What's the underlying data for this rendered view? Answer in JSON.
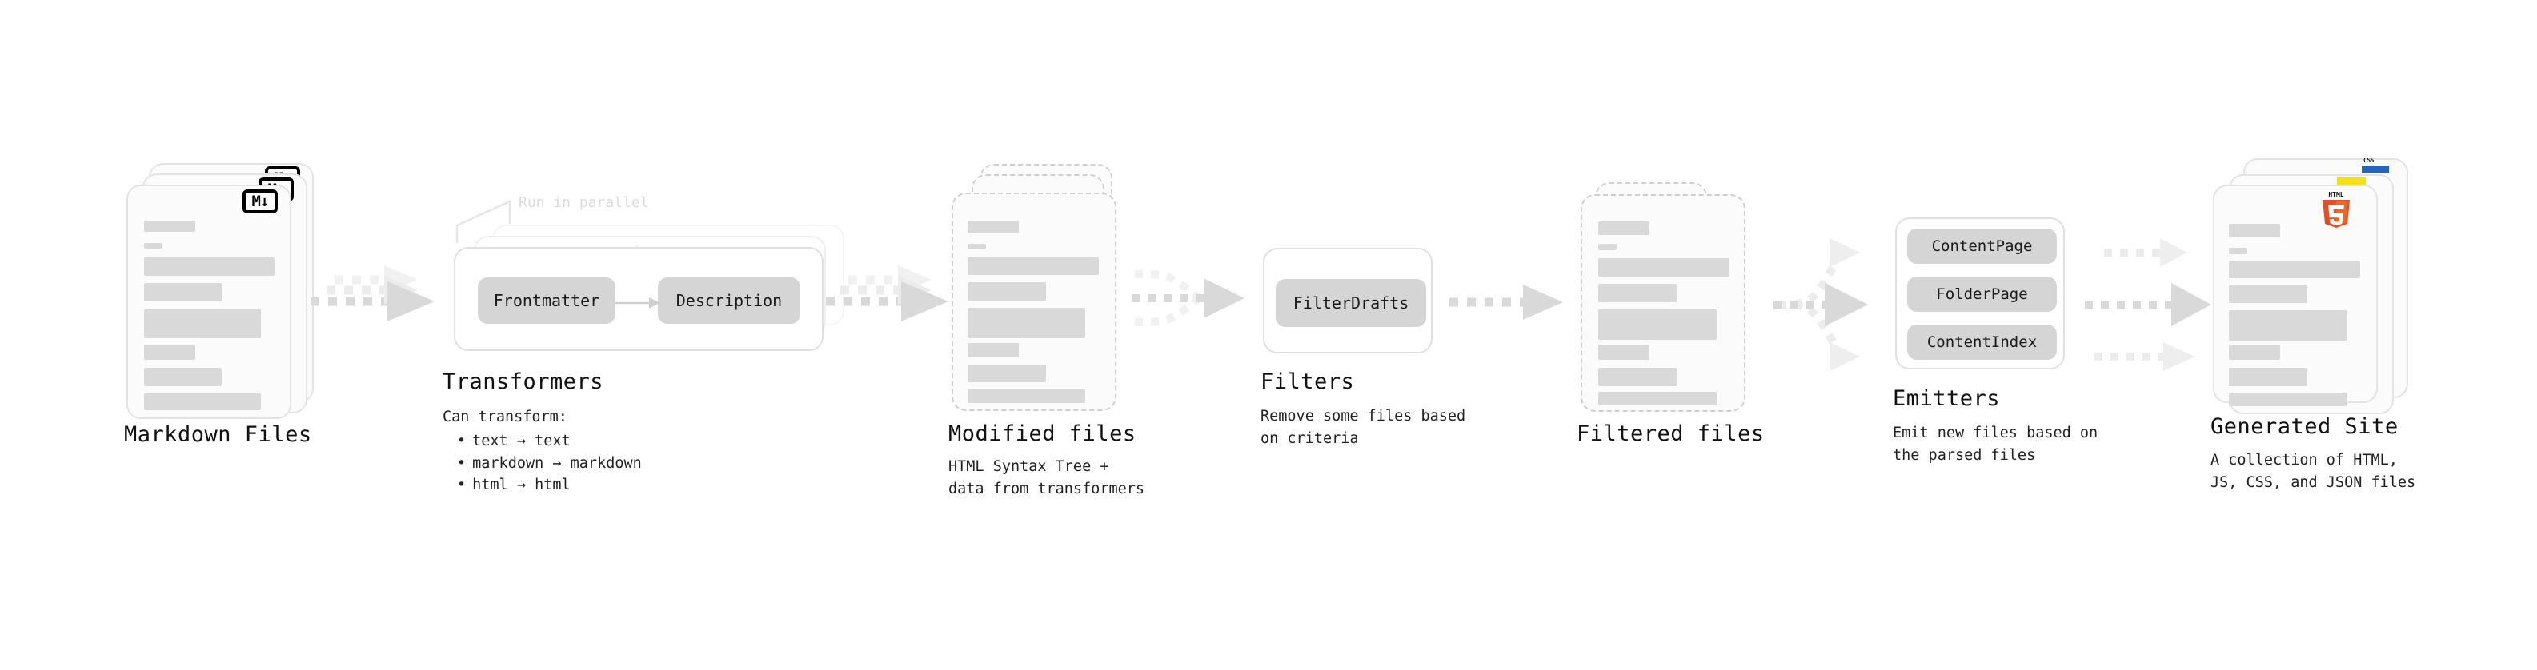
{
  "diagram": {
    "type": "pipeline-flow",
    "stages": [
      {
        "id": "markdown-files",
        "title": "Markdown Files",
        "subtitle": "",
        "icon": "markdown-icon",
        "icon_label": "M↓"
      },
      {
        "id": "transformers",
        "title": "Transformers",
        "note": "Run in parallel",
        "chips": [
          "Frontmatter",
          "Description"
        ],
        "caption_header": "Can transform:",
        "bullets": [
          "text → text",
          "markdown → markdown",
          "html → html"
        ]
      },
      {
        "id": "modified-files",
        "title": "Modified files",
        "subtitle": "HTML Syntax Tree +\ndata from transformers"
      },
      {
        "id": "filters",
        "title": "Filters",
        "chips": [
          "FilterDrafts"
        ],
        "subtitle": "Remove some files based\non criteria"
      },
      {
        "id": "filtered-files",
        "title": "Filtered files",
        "subtitle": ""
      },
      {
        "id": "emitters",
        "title": "Emitters",
        "chips": [
          "ContentPage",
          "FolderPage",
          "ContentIndex"
        ],
        "subtitle": "Emit new files based on\nthe parsed files"
      },
      {
        "id": "generated-site",
        "title": "Generated Site",
        "subtitle": "A collection of HTML,\nJS, CSS, and JSON files",
        "badges": [
          "css-badge",
          "js-badge",
          "html5-icon"
        ],
        "badge_labels": {
          "css": "CSS",
          "html5": "HTML",
          "html5_digit": "5"
        }
      }
    ],
    "colors": {
      "background": "#ffffff",
      "card_fill": "#fbfbfb",
      "card_border": "#e3e3e3",
      "skeleton": "#d9d9d9",
      "chip_fill": "#d5d5d5",
      "arrow": "#d8d8d8",
      "arrow_faded": "#ededed",
      "text": "#111111",
      "note_text": "#dcdcdc",
      "html5_orange": "#e44d26",
      "html5_orange_light": "#f16529",
      "js_yellow": "#f7df1e",
      "css_blue": "#2763c0"
    }
  }
}
